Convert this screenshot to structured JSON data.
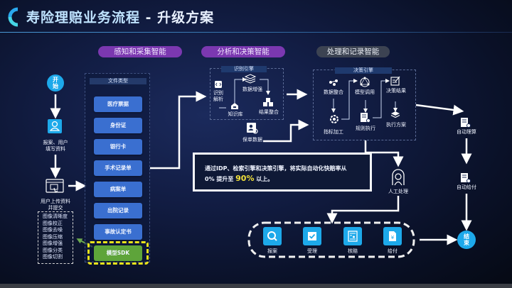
{
  "header": {
    "title_prefix": "寿险理赔业务流程",
    "title_suffix": " - 升级方案",
    "logo_icon": "c-arc-logo"
  },
  "stages": [
    {
      "label": "感知和采集智能",
      "color": "#7b38b0"
    },
    {
      "label": "分析和决策智能",
      "color": "#7b38b0"
    },
    {
      "label": "处理和记录智能",
      "color": "#3c4352"
    }
  ],
  "start": {
    "line1": "开",
    "line2": "始"
  },
  "end": {
    "line1": "结",
    "line2": "束"
  },
  "left_flow": {
    "report_label_1": "报案、用户",
    "report_label_2": "填写资料",
    "upload_label_1": "用户上传资料",
    "upload_label_2": "并提交",
    "image_processing": [
      "图像清晰度",
      "图像校正",
      "图像去噪",
      "图像压缩",
      "图像增强",
      "图像分类",
      "图像切割"
    ]
  },
  "document_types": {
    "title": "文件类型",
    "items": [
      "医疗票据",
      "身份证",
      "银行卡",
      "手术记录单",
      "病案单",
      "出院记录",
      "事故认定书"
    ],
    "sdk": "模型SDK"
  },
  "recognition_engine": {
    "title": "识别引擎",
    "nodes": {
      "parse": [
        "识别",
        "解析"
      ],
      "enhance": "数据增强",
      "knowledge": "知识库",
      "merge": "结果整合"
    },
    "policy_data": "保单数据"
  },
  "decision_engine": {
    "title": "决策引擎",
    "nodes": {
      "data_merge": "数据整合",
      "model_call": "模型调用",
      "decision_result": "决策结果",
      "metric": "指标加工",
      "rule_exec": "规则执行",
      "exec_plan": "执行方案"
    }
  },
  "right_flow": {
    "auto_calc": "自动理算",
    "auto_pay": "自动给付",
    "manual": "人工处理"
  },
  "note": {
    "text_1": "通过IDP、检索引擎和决策引擎，将实际自动化快赔率从",
    "text_2": "0% 提升至 ",
    "highlight": "90%",
    "text_3": " 以上。",
    "highlight_color": "#f3e23a"
  },
  "manual_steps": [
    "报案",
    "受理",
    "核赔",
    "给付"
  ]
}
